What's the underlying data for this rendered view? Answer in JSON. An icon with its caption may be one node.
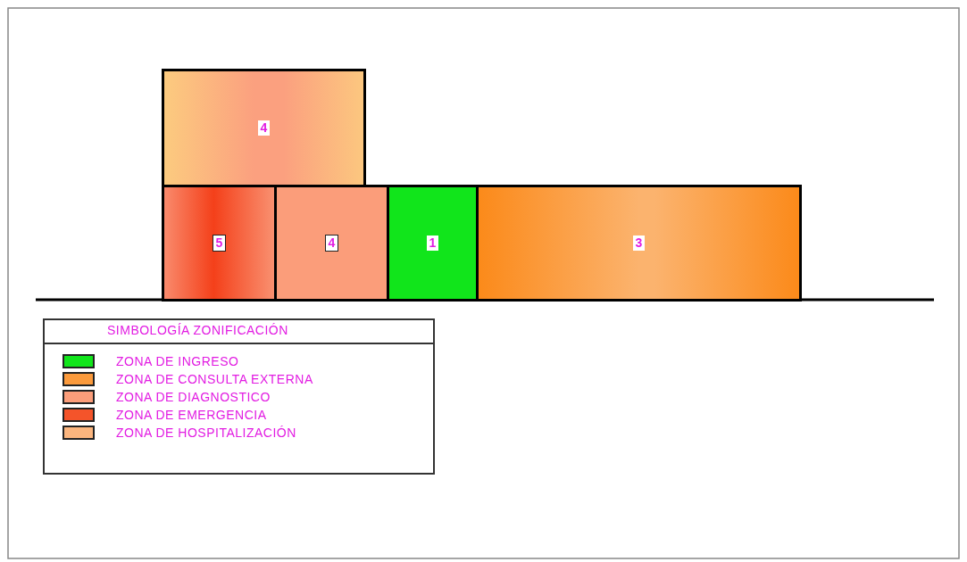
{
  "diagram": {
    "nodes": [
      {
        "text": [
          "4"
        ]
      },
      {
        "text": [
          "5"
        ]
      },
      {
        "text": [
          "4"
        ]
      },
      {
        "text": [
          "1"
        ]
      },
      {
        "text": [
          "3"
        ]
      }
    ],
    "labels": [
      "SIMBOLOGÍA ZONIFICACIÓN"
    ],
    "legend": [
      {
        "text": "ZONA DE INGRESO",
        "color": "#11e51b"
      },
      {
        "text": "ZONA DE CONSULTA EXTERNA",
        "color": "#fb9a3c"
      },
      {
        "text": "ZONA DE DIAGNOSTICO",
        "color": "#fb9d7a"
      },
      {
        "text": "ZONA DE EMERGENCIA",
        "color": "#f4542a"
      },
      {
        "text": "ZONA DE HOSPITALIZACIÓN",
        "color": "#fbb57e"
      }
    ]
  }
}
